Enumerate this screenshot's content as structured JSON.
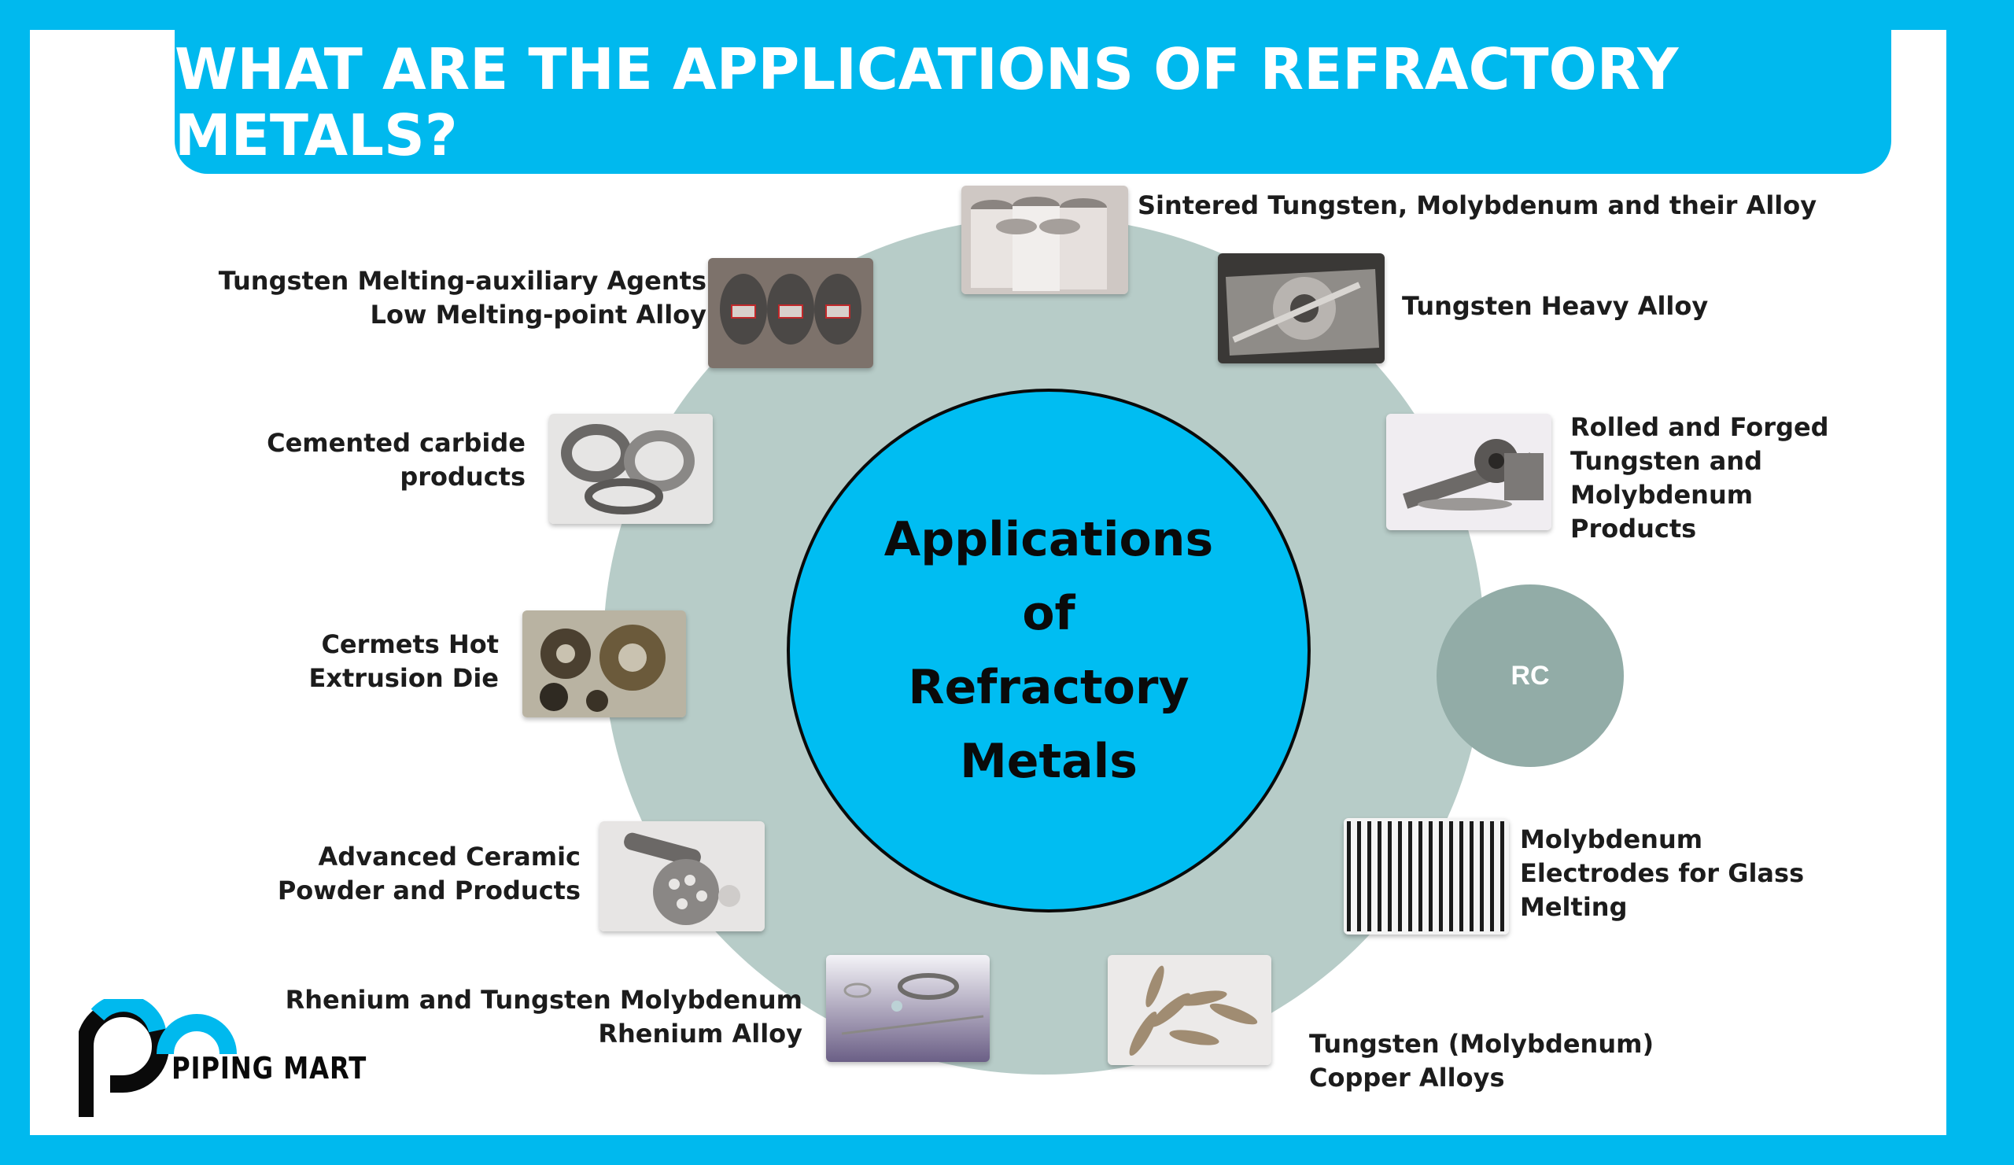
{
  "title": "WHAT ARE THE APPLICATIONS OF REFRACTORY METALS?",
  "center": {
    "line1": "Applications",
    "line2": "of",
    "line3": "Refractory",
    "line4": "Metals"
  },
  "rc_label": "RC",
  "colors": {
    "frame": "#00b9ee",
    "big_circle": "#b7ccc8",
    "center_circle": "#00bdf2",
    "rc_circle": "#92aca7"
  },
  "items": {
    "sintered": {
      "l1": "Sintered Tungsten, Molybdenum and their Alloy"
    },
    "heavy": {
      "l1": "Tungsten Heavy Alloy"
    },
    "rolled": {
      "l1": "Rolled and Forged",
      "l2": "Tungsten and",
      "l3": "Molybdenum",
      "l4": "Products"
    },
    "melting_agents": {
      "l1": "Tungsten Melting-auxiliary Agents",
      "l2": "Low Melting-point Alloy"
    },
    "carbide": {
      "l1": "Cemented carbide",
      "l2": "products"
    },
    "cermets": {
      "l1": "Cermets Hot",
      "l2": "Extrusion Die"
    },
    "ceramic": {
      "l1": "Advanced Ceramic",
      "l2": "Powder and Products"
    },
    "rhenium": {
      "l1": "Rhenium and Tungsten Molybdenum",
      "l2": "Rhenium Alloy"
    },
    "electrodes": {
      "l1": "Molybdenum",
      "l2": "Electrodes for Glass",
      "l3": "Melting"
    },
    "copper": {
      "l1": "Tungsten (Molybdenum)",
      "l2": "Copper Alloys"
    }
  },
  "logo": {
    "text": "PIPING MART",
    "icon": "piping-mart-logo-icon"
  }
}
